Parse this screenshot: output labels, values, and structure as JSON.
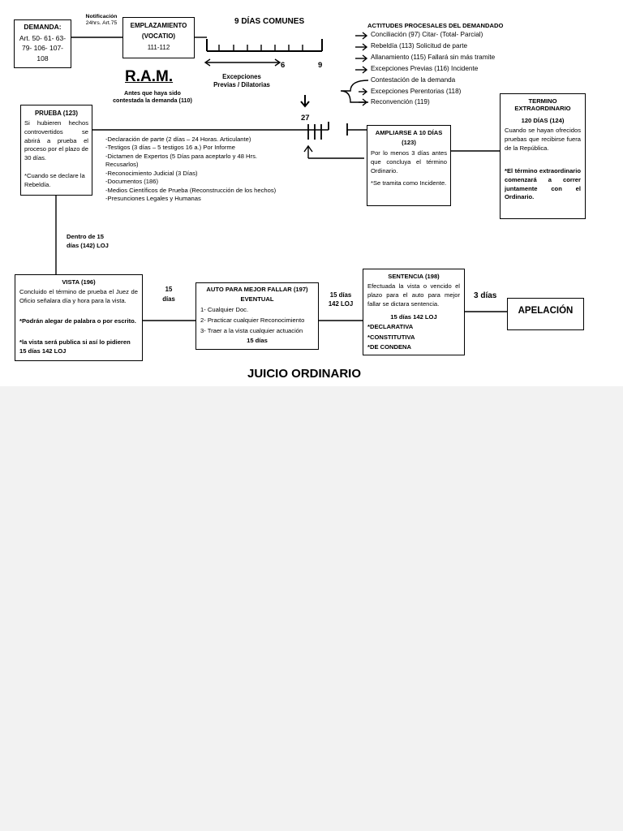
{
  "demanda": {
    "title": "DEMANDA:",
    "articles": "Art. 50- 61- 63- 79- 106- 107- 108"
  },
  "notificacion": {
    "line1": "Notificación",
    "line2": "24hrs. Art.75"
  },
  "emplazamiento": {
    "title": "EMPLAZAMIENTO",
    "subtitle": "(VOCATIO)",
    "articles": "111-112"
  },
  "timeline": {
    "title": "9 DÍAS COMUNES",
    "mark6": "6",
    "mark9": "9",
    "mark27": "27"
  },
  "excepciones": {
    "line1": "Excepciones",
    "line2": "Previas / Dilatorias"
  },
  "ram": {
    "title": "R.A.M.",
    "line1": "Antes que haya sido",
    "line2": "contestada la demanda (110)"
  },
  "actitudes": {
    "title": "ACTITUDES PROCESALES DEL DEMANDADO",
    "items": [
      "Conciliación (97) Citar- (Total- Parcial)",
      "Rebeldía (113) Solicitud de parte",
      "Allanamiento (115) Fallará sin más tramite",
      "Excepciones Previas (116) Incidente"
    ],
    "bracket_items": [
      "Contestación de la demanda",
      "Excepciones Perentorias (118)",
      "Reconvención (119)"
    ]
  },
  "termino": {
    "title": "TERMINO EXTRAORDINARIO",
    "days": "120 DÍAS (124)",
    "text": "Cuando se hayan ofrecidos pruebas que recibirse fuera de la República.",
    "note": "*El término extraordinario comenzará a correr juntamente con el Ordinario."
  },
  "prueba": {
    "title": "PRUEBA (123)",
    "text": "Si hubieren hechos controvertidos se abrirá a prueba el proceso por el plazo de 30 días.",
    "note": "*Cuando se declare la Rebeldía."
  },
  "medios": [
    "-Declaración de parte (2 días – 24 Horas. Articulante)",
    "-Testigos (3 días – 5 testigos  16 a.) Por Informe",
    "-Dictamen de Expertos  (5 Días para  aceptarlo y 48 Hrs. Recusarlos)",
    "-Reconocimiento Judicial (3 Días)",
    "-Documentos (186)",
    "-Medios Científicos de Prueba  (Reconstrucción de los hechos)",
    "-Presunciones Legales y Humanas"
  ],
  "ampliarse": {
    "title": "AMPLIARSE A 10 DÍAS",
    "ref": "(123)",
    "text": "Por lo menos 3 días antes que concluya el término Ordinario.",
    "note": "*Se tramita como Incidente."
  },
  "dentro": {
    "line1": "Dentro de 15",
    "line2": "días (142) LOJ"
  },
  "vista": {
    "title": "VISTA (196)",
    "text": "Concluido el término de prueba el Juez de Oficio señalara día y hora para la vista.",
    "note1": "*Podrán alegar de palabra o por escrito.",
    "note2": "*la vista será publica si así lo pidieren 15 días 142 LOJ"
  },
  "gap1": {
    "line1": "15",
    "line2": "días"
  },
  "auto": {
    "title": "AUTO PARA MEJOR FALLAR (197)",
    "subtitle": "EVENTUAL",
    "items": [
      "1- Cualquier Doc.",
      "2- Practicar cualquier Reconocimiento",
      "3- Traer a la vista cualquier actuación"
    ],
    "days": "15 días"
  },
  "gap2": {
    "line1": "15 días",
    "line2": "142 LOJ"
  },
  "sentencia": {
    "title": "SENTENCIA (198)",
    "text": "Efectuada la vista o vencido el plazo para el auto para mejor fallar se dictara sentencia.",
    "days": "15 días 142 LOJ",
    "types": [
      "*DECLARATIVA",
      "*CONSTITUTIVA",
      "*DE CONDENA"
    ]
  },
  "gap3": "3 días",
  "apelacion": "APELACIÓN",
  "footer_title": "JUICIO ORDINARIO"
}
